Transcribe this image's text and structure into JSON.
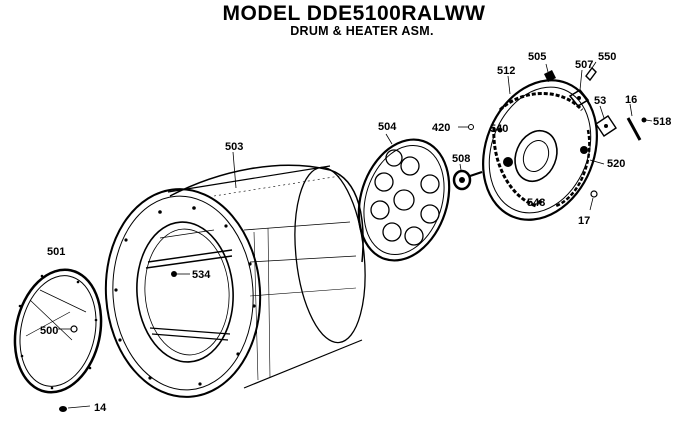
{
  "title": "MODEL DDE5100RALWW",
  "subtitle": "DRUM & HEATER ASM.",
  "parts": {
    "p14": "14",
    "p16": "16",
    "p17": "17",
    "p53": "53",
    "p420": "420",
    "p500": "500",
    "p501": "501",
    "p503": "503",
    "p504": "504",
    "p505": "505",
    "p507": "507",
    "p508": "508",
    "p512": "512",
    "p518": "518",
    "p520": "520",
    "p534": "534",
    "p543": "543",
    "p550": "550",
    "p540": "540"
  }
}
